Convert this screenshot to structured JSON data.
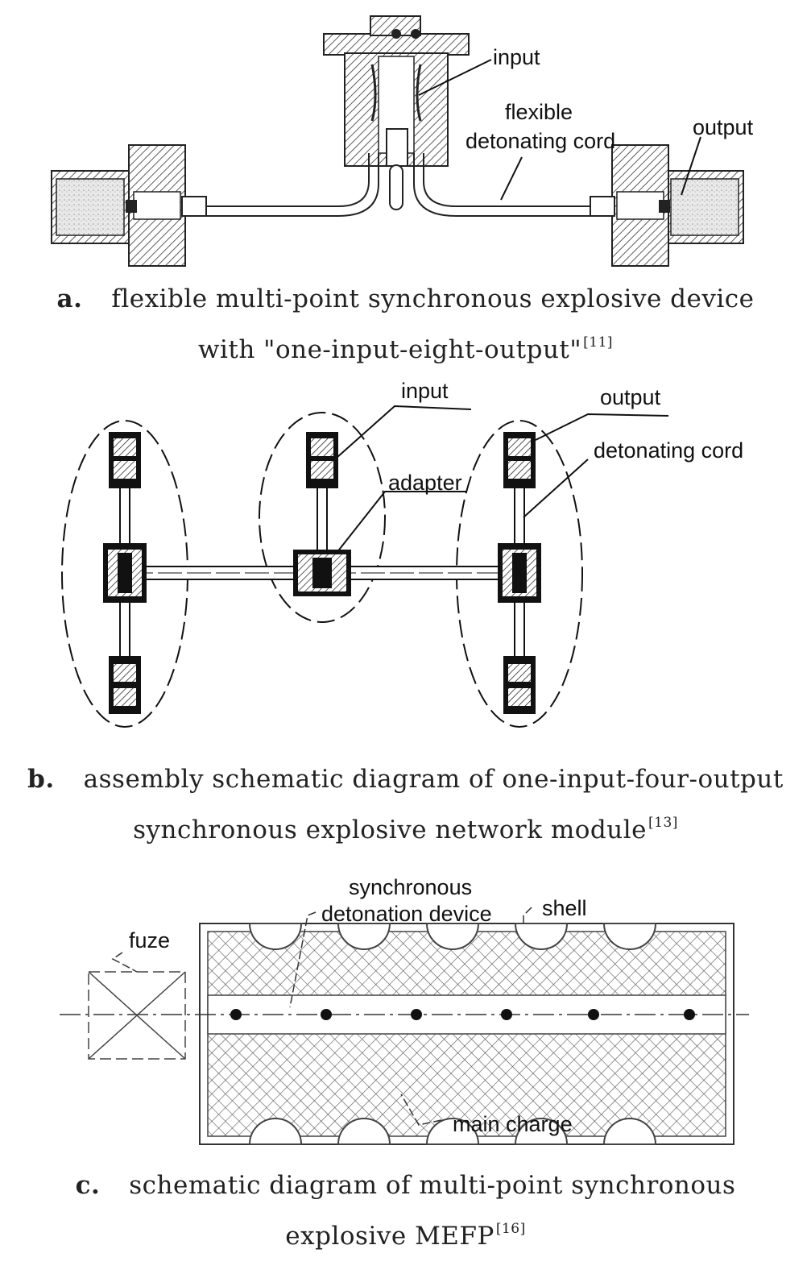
{
  "panel_a": {
    "labels": {
      "input": "input",
      "flexible_1": "flexible",
      "flexible_2": "detonating cord",
      "output": "output"
    },
    "caption": {
      "letter": "a.",
      "line1": "flexible multi-point synchronous explosive device",
      "line2": "with \"one-input-eight-output\"",
      "ref": "[11]"
    }
  },
  "panel_b": {
    "labels": {
      "input": "input",
      "output": "output",
      "detonating_cord": "detonating cord",
      "adapter": "adapter"
    },
    "caption": {
      "letter": "b.",
      "line1": "assembly schematic diagram of one-input-four-output",
      "line2": "synchronous explosive network module",
      "ref": "[13]"
    }
  },
  "panel_c": {
    "labels": {
      "sync_1": "synchronous",
      "sync_2": "detonation device",
      "shell": "shell",
      "fuze": "fuze",
      "main_charge": "main charge"
    },
    "caption": {
      "letter": "c.",
      "line1": "schematic diagram of multi-point synchronous",
      "line2": "explosive MEFP",
      "ref": "[16]"
    }
  }
}
